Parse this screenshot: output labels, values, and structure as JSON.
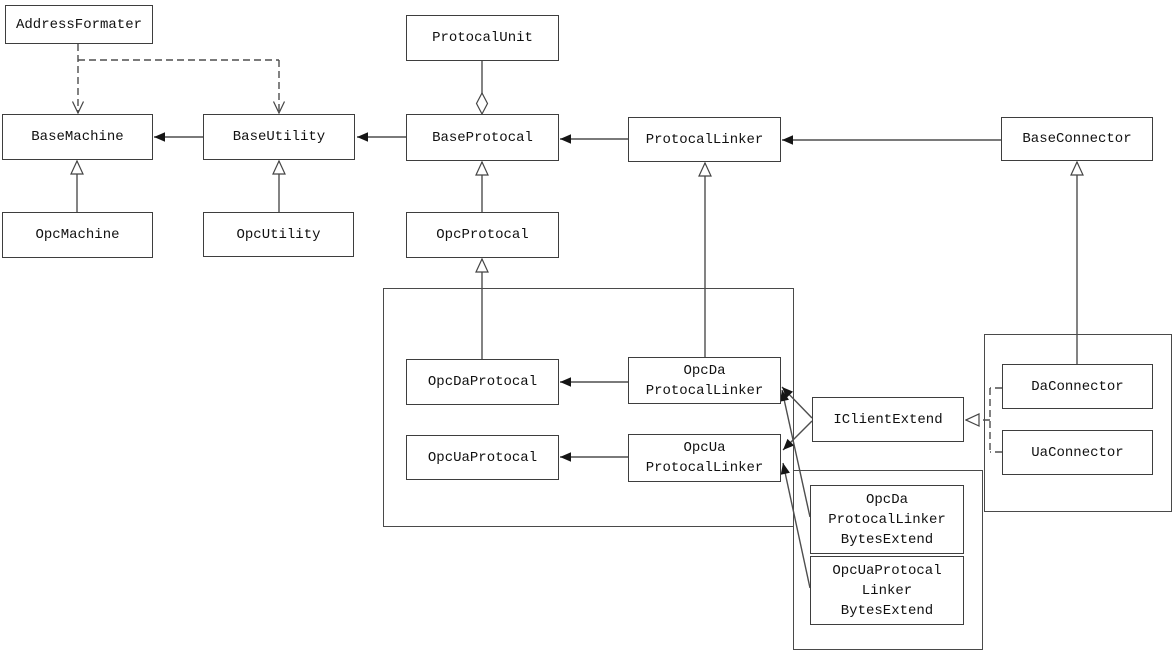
{
  "diagram_type": "uml-class-diagram",
  "nodes": {
    "address_formater": {
      "label": "AddressFormater"
    },
    "protocal_unit": {
      "label": "ProtocalUnit"
    },
    "base_machine": {
      "label": "BaseMachine"
    },
    "base_utility": {
      "label": "BaseUtility"
    },
    "base_protocal": {
      "label": "BaseProtocal"
    },
    "protocal_linker": {
      "label": "ProtocalLinker"
    },
    "base_connector": {
      "label": "BaseConnector"
    },
    "opc_machine": {
      "label": "OpcMachine"
    },
    "opc_utility": {
      "label": "OpcUtility"
    },
    "opc_protocal": {
      "label": "OpcProtocal"
    },
    "opcda_protocal": {
      "label": "OpcDaProtocal"
    },
    "opcua_protocal": {
      "label": "OpcUaProtocal"
    },
    "opcda_protocal_linker": {
      "lines": [
        "OpcDa",
        "ProtocalLinker"
      ]
    },
    "opcua_protocal_linker": {
      "lines": [
        "OpcUa",
        "ProtocalLinker"
      ]
    },
    "iclient_extend": {
      "label": "IClientExtend"
    },
    "da_connector": {
      "label": "DaConnector"
    },
    "ua_connector": {
      "label": "UaConnector"
    },
    "opcda_protocal_linker_bytes_extend": {
      "lines": [
        "OpcDa",
        "ProtocalLinker",
        "BytesExtend"
      ]
    },
    "opcua_protocal_linker_bytes_extend": {
      "lines": [
        "OpcUaProtocal",
        "Linker",
        "BytesExtend"
      ]
    }
  },
  "edges": [
    {
      "from": "BaseUtility",
      "to": "BaseMachine",
      "type": "association"
    },
    {
      "from": "BaseProtocal",
      "to": "BaseUtility",
      "type": "association"
    },
    {
      "from": "ProtocalLinker",
      "to": "BaseProtocal",
      "type": "association"
    },
    {
      "from": "BaseConnector",
      "to": "ProtocalLinker",
      "type": "association"
    },
    {
      "from": "OpcDaProtocalLinker",
      "to": "OpcDaProtocal",
      "type": "association"
    },
    {
      "from": "OpcUaProtocalLinker",
      "to": "OpcUaProtocal",
      "type": "association"
    },
    {
      "from": "IClientExtend",
      "to": "OpcDaProtocalLinker",
      "type": "association"
    },
    {
      "from": "IClientExtend",
      "to": "OpcUaProtocalLinker",
      "type": "association"
    },
    {
      "from": "OpcDaProtocalLinkerBytesExtend",
      "to": "OpcDaProtocalLinker",
      "type": "association"
    },
    {
      "from": "OpcUaProtocalLinkerBytesExtend",
      "to": "OpcUaProtocalLinker",
      "type": "association"
    },
    {
      "from": "OpcMachine",
      "to": "BaseMachine",
      "type": "inheritance"
    },
    {
      "from": "OpcUtility",
      "to": "BaseUtility",
      "type": "inheritance"
    },
    {
      "from": "OpcProtocal",
      "to": "BaseProtocal",
      "type": "inheritance"
    },
    {
      "from": "OpcDaProtocal",
      "to": "OpcProtocal",
      "type": "inheritance"
    },
    {
      "from": "OpcDaProtocalLinker",
      "to": "ProtocalLinker",
      "type": "inheritance"
    },
    {
      "from": "DaConnector",
      "to": "BaseConnector",
      "type": "inheritance"
    },
    {
      "from": "ProtocalUnit",
      "to": "BaseProtocal",
      "type": "aggregation"
    },
    {
      "from": "AddressFormater",
      "to": "BaseMachine",
      "type": "dependency"
    },
    {
      "from": "AddressFormater",
      "to": "BaseUtility",
      "type": "dependency"
    },
    {
      "from": "DaConnector",
      "to": "IClientExtend",
      "type": "realization"
    },
    {
      "from": "UaConnector",
      "to": "IClientExtend",
      "type": "realization"
    }
  ],
  "colors": {
    "background": "#ffffff",
    "box_fill": "#ffffff",
    "box_border": "#3e3e3e",
    "line": "#4e4e4e",
    "arrow_fill": "#151515"
  }
}
